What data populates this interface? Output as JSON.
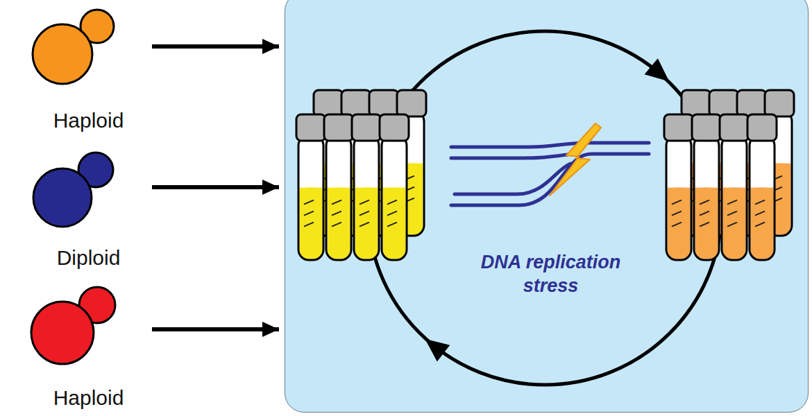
{
  "diagram": {
    "nodes": [
      {
        "text": [
          "Haploid"
        ]
      },
      {
        "text": [
          "Diploid"
        ]
      },
      {
        "text": [
          "Haploid"
        ]
      },
      {
        "text": [
          "DNA replication stress"
        ]
      }
    ],
    "edges": [
      {
        "from": 0,
        "to": 3,
        "arrow": "to"
      },
      {
        "from": 1,
        "to": 3,
        "arrow": "to"
      },
      {
        "from": 2,
        "to": 3,
        "arrow": "to"
      }
    ]
  }
}
